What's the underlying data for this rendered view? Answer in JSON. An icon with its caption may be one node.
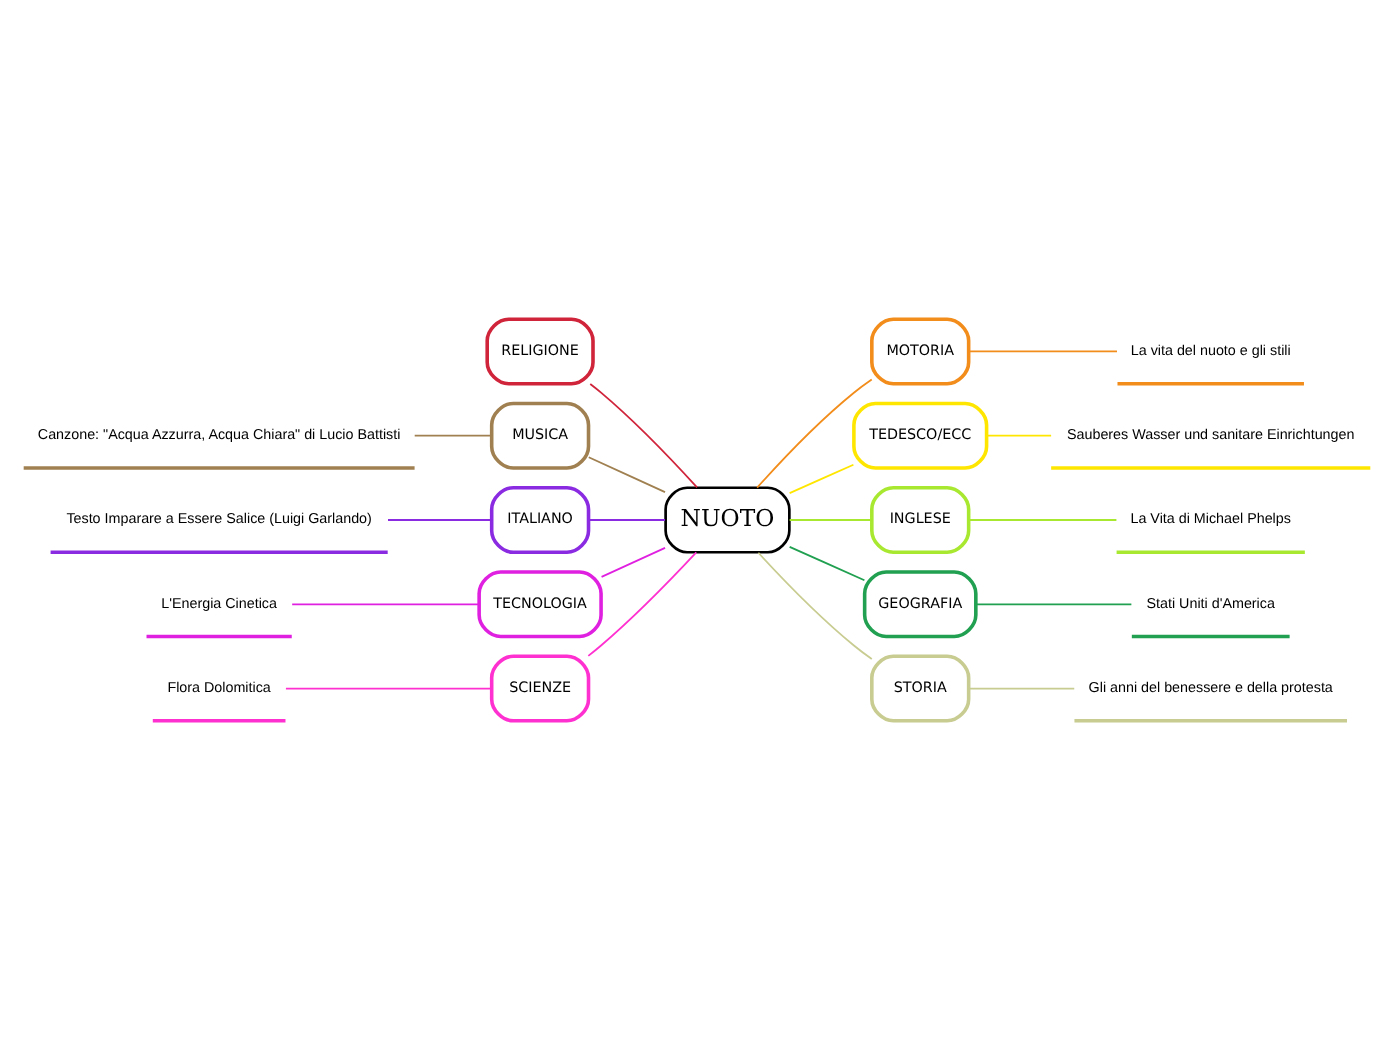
{
  "diagram": {
    "nodes": [
      {
        "text": [
          "NUOTO"
        ]
      },
      {
        "text": [
          "RELIGIONE"
        ]
      },
      {
        "text": [
          "MUSICA"
        ]
      },
      {
        "text": [
          "Canzone: \"Acqua Azzurra, Acqua Chiara\" di Lucio Battisti"
        ]
      },
      {
        "text": [
          "ITALIANO"
        ]
      },
      {
        "text": [
          "Testo Imparare a Essere Salice (Luigi Garlando)"
        ]
      },
      {
        "text": [
          "TECNOLOGIA"
        ]
      },
      {
        "text": [
          "L'Energia Cinetica"
        ]
      },
      {
        "text": [
          "SCIENZE"
        ]
      },
      {
        "text": [
          "Flora Dolomitica"
        ]
      },
      {
        "text": [
          "MOTORIA"
        ]
      },
      {
        "text": [
          "La vita del nuoto e gli stili"
        ]
      },
      {
        "text": [
          "TEDESCO/ECC"
        ]
      },
      {
        "text": [
          "Sauberes Wasser und sanitare Einrichtungen"
        ]
      },
      {
        "text": [
          "INGLESE"
        ]
      },
      {
        "text": [
          "La Vita di Michael Phelps"
        ]
      },
      {
        "text": [
          "GEOGRAFIA"
        ]
      },
      {
        "text": [
          "Stati Uniti d'America"
        ]
      },
      {
        "text": [
          "STORIA"
        ]
      },
      {
        "text": [
          "Gli anni del benessere e della protesta"
        ]
      }
    ],
    "edges": [
      {
        "from": 0,
        "to": 1,
        "arrow": "none",
        "color": "#d0243b"
      },
      {
        "from": 0,
        "to": 2,
        "arrow": "none",
        "color": "#a08050"
      },
      {
        "from": 2,
        "to": 3,
        "arrow": "none",
        "color": "#a08050"
      },
      {
        "from": 0,
        "to": 4,
        "arrow": "none",
        "color": "#8a2be2"
      },
      {
        "from": 4,
        "to": 5,
        "arrow": "none",
        "color": "#8a2be2"
      },
      {
        "from": 0,
        "to": 6,
        "arrow": "none",
        "color": "#e020e0"
      },
      {
        "from": 6,
        "to": 7,
        "arrow": "none",
        "color": "#e020e0"
      },
      {
        "from": 0,
        "to": 8,
        "arrow": "none",
        "color": "#ff30d0"
      },
      {
        "from": 8,
        "to": 9,
        "arrow": "none",
        "color": "#ff30d0"
      },
      {
        "from": 0,
        "to": 10,
        "arrow": "none",
        "color": "#f28c1a"
      },
      {
        "from": 10,
        "to": 11,
        "arrow": "none",
        "color": "#f28c1a"
      },
      {
        "from": 0,
        "to": 12,
        "arrow": "none",
        "color": "#ffe600"
      },
      {
        "from": 12,
        "to": 13,
        "arrow": "none",
        "color": "#ffe600"
      },
      {
        "from": 0,
        "to": 14,
        "arrow": "none",
        "color": "#a8e830"
      },
      {
        "from": 14,
        "to": 15,
        "arrow": "none",
        "color": "#a8e830"
      },
      {
        "from": 0,
        "to": 16,
        "arrow": "none",
        "color": "#20a050"
      },
      {
        "from": 16,
        "to": 17,
        "arrow": "none",
        "color": "#20a050"
      },
      {
        "from": 0,
        "to": 18,
        "arrow": "none",
        "color": "#c8cc90"
      },
      {
        "from": 18,
        "to": 19,
        "arrow": "none",
        "color": "#c8cc90"
      }
    ]
  }
}
